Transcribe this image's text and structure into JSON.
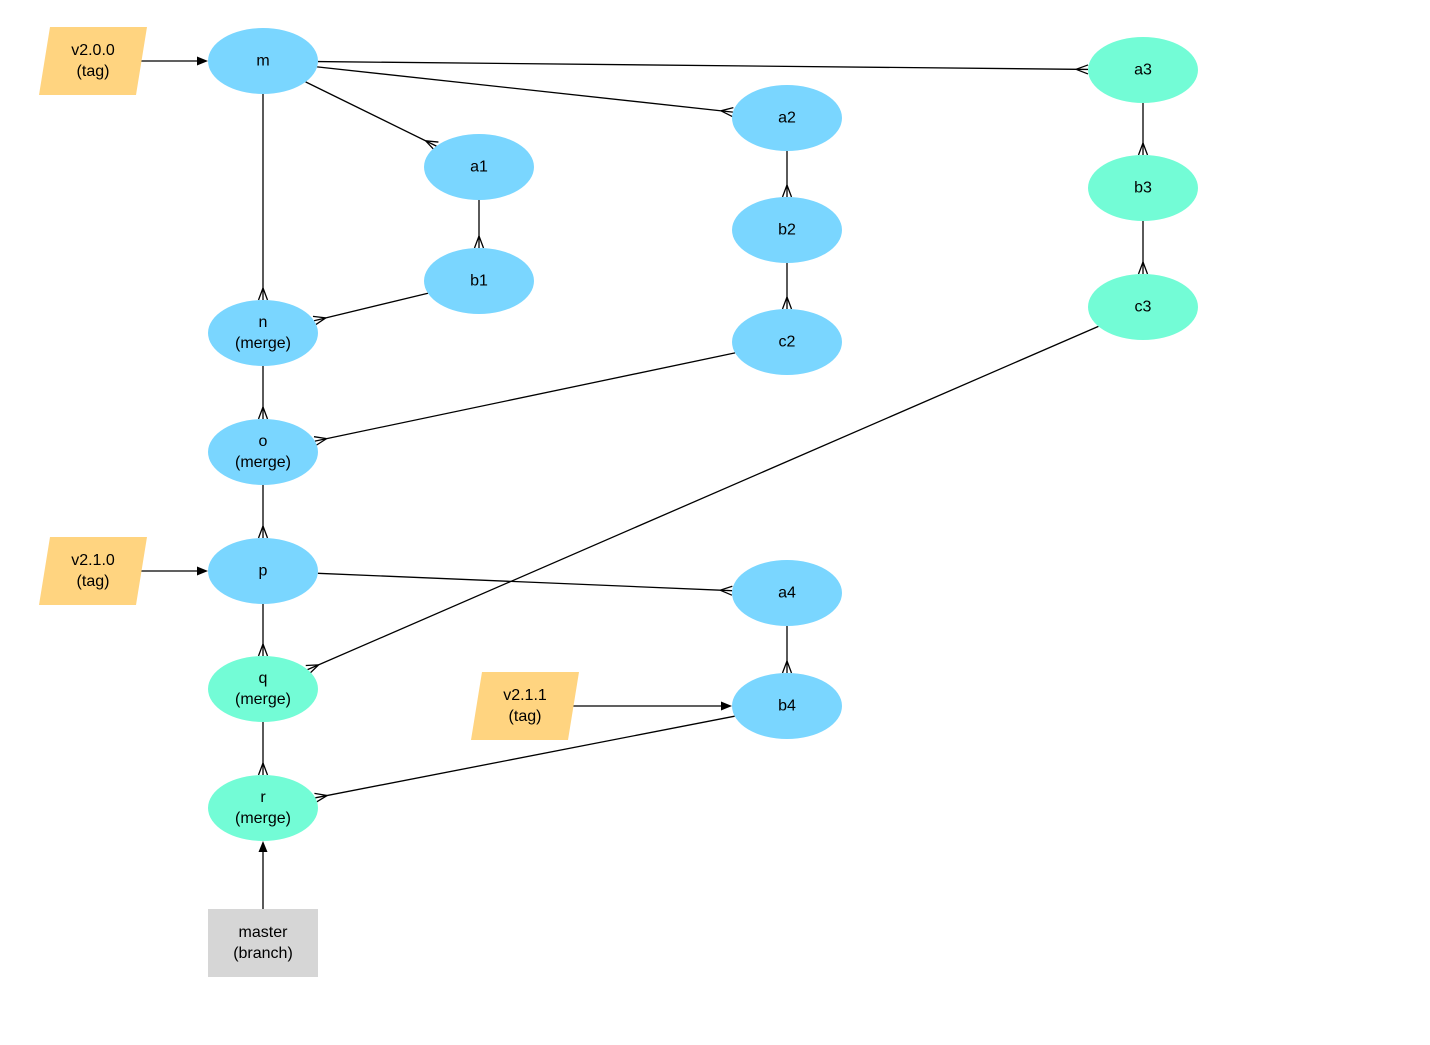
{
  "colors": {
    "commit_blue": "#7ad6ff",
    "commit_green": "#73fcd6",
    "tag": "#ffd480",
    "branch": "#d6d6d6",
    "edge": "#000000"
  },
  "nodes": {
    "m": {
      "kind": "commit",
      "color": "blue",
      "lines": [
        "m"
      ]
    },
    "a1": {
      "kind": "commit",
      "color": "blue",
      "lines": [
        "a1"
      ]
    },
    "b1": {
      "kind": "commit",
      "color": "blue",
      "lines": [
        "b1"
      ]
    },
    "a2": {
      "kind": "commit",
      "color": "blue",
      "lines": [
        "a2"
      ]
    },
    "b2": {
      "kind": "commit",
      "color": "blue",
      "lines": [
        "b2"
      ]
    },
    "c2": {
      "kind": "commit",
      "color": "blue",
      "lines": [
        "c2"
      ]
    },
    "a3": {
      "kind": "commit",
      "color": "green",
      "lines": [
        "a3"
      ]
    },
    "b3": {
      "kind": "commit",
      "color": "green",
      "lines": [
        "b3"
      ]
    },
    "c3": {
      "kind": "commit",
      "color": "green",
      "lines": [
        "c3"
      ]
    },
    "n": {
      "kind": "commit",
      "color": "blue",
      "lines": [
        "n",
        "(merge)"
      ]
    },
    "o": {
      "kind": "commit",
      "color": "blue",
      "lines": [
        "o",
        "(merge)"
      ]
    },
    "p": {
      "kind": "commit",
      "color": "blue",
      "lines": [
        "p"
      ]
    },
    "a4": {
      "kind": "commit",
      "color": "blue",
      "lines": [
        "a4"
      ]
    },
    "b4": {
      "kind": "commit",
      "color": "blue",
      "lines": [
        "b4"
      ]
    },
    "q": {
      "kind": "commit",
      "color": "green",
      "lines": [
        "q",
        "(merge)"
      ]
    },
    "r": {
      "kind": "commit",
      "color": "green",
      "lines": [
        "r",
        "(merge)"
      ]
    },
    "v200": {
      "kind": "tag",
      "lines": [
        "v2.0.0",
        "(tag)"
      ]
    },
    "v210": {
      "kind": "tag",
      "lines": [
        "v2.1.0",
        "(tag)"
      ]
    },
    "v211": {
      "kind": "tag",
      "lines": [
        "v2.1.1",
        "(tag)"
      ]
    },
    "master": {
      "kind": "branch",
      "lines": [
        "master",
        "(branch)"
      ]
    }
  },
  "edges": [
    {
      "from": "m",
      "to": "a1",
      "head": "crow"
    },
    {
      "from": "a1",
      "to": "b1",
      "head": "crow"
    },
    {
      "from": "m",
      "to": "a2",
      "head": "crow"
    },
    {
      "from": "a2",
      "to": "b2",
      "head": "crow"
    },
    {
      "from": "b2",
      "to": "c2",
      "head": "crow"
    },
    {
      "from": "m",
      "to": "a3",
      "head": "crow"
    },
    {
      "from": "a3",
      "to": "b3",
      "head": "crow"
    },
    {
      "from": "b3",
      "to": "c3",
      "head": "crow"
    },
    {
      "from": "m",
      "to": "n",
      "head": "crow"
    },
    {
      "from": "b1",
      "to": "n",
      "head": "crow"
    },
    {
      "from": "n",
      "to": "o",
      "head": "crow"
    },
    {
      "from": "c2",
      "to": "o",
      "head": "crow"
    },
    {
      "from": "o",
      "to": "p",
      "head": "crow"
    },
    {
      "from": "p",
      "to": "a4",
      "head": "crow"
    },
    {
      "from": "a4",
      "to": "b4",
      "head": "crow"
    },
    {
      "from": "p",
      "to": "q",
      "head": "crow"
    },
    {
      "from": "c3",
      "to": "q",
      "head": "crow"
    },
    {
      "from": "q",
      "to": "r",
      "head": "crow"
    },
    {
      "from": "b4",
      "to": "r",
      "head": "crow"
    },
    {
      "from": "v200",
      "to": "m",
      "head": "arrow"
    },
    {
      "from": "v210",
      "to": "p",
      "head": "arrow"
    },
    {
      "from": "v211",
      "to": "b4",
      "head": "arrow"
    },
    {
      "from": "master",
      "to": "r",
      "head": "arrow"
    }
  ]
}
